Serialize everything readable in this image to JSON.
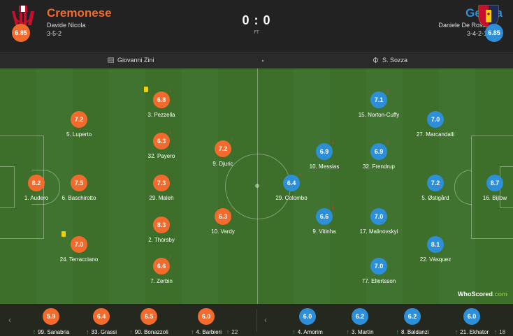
{
  "header": {
    "home": {
      "name": "Cremonese",
      "coach": "Davide Nicola",
      "formation": "3-5-2",
      "rating": "6.85"
    },
    "away": {
      "name": "Genoa",
      "coach": "Daniele De Rossi",
      "formation": "3-4-2-1",
      "rating": "6.85"
    },
    "score": "0 : 0",
    "status": "FT"
  },
  "officials": {
    "referee": "Giovanni Zini",
    "other": "S. Sozza"
  },
  "colors": {
    "home": "#f26b2c",
    "away": "#2d8fd8",
    "pitch": "#3d6e2a",
    "yellow_card": "#f5d000",
    "sub_out": "#e53935",
    "sub_in": "#3fb24f"
  },
  "home_players": [
    {
      "rating": "8.2",
      "label": "1. Audero",
      "events": []
    },
    {
      "rating": "7.2",
      "label": "5. Luperto",
      "events": []
    },
    {
      "rating": "7.5",
      "label": "6. Baschirotto",
      "events": []
    },
    {
      "rating": "7.0",
      "label": "24. Terracciano",
      "events": [
        "yellow-card"
      ]
    },
    {
      "rating": "6.8",
      "label": "3. Pezzella",
      "events": [
        "yellow-card",
        "sub-off"
      ]
    },
    {
      "rating": "6.3",
      "label": "32. Payero",
      "events": [
        "sub-off"
      ]
    },
    {
      "rating": "7.3",
      "label": "29. Maleh",
      "events": []
    },
    {
      "rating": "8.3",
      "label": "2. Thorsby",
      "events": []
    },
    {
      "rating": "6.6",
      "label": "7. Zerbin",
      "events": [
        "sub-off"
      ]
    },
    {
      "rating": "7.2",
      "label": "9. Djuric",
      "events": [
        "sub-off"
      ]
    },
    {
      "rating": "6.3",
      "label": "10. Vardy",
      "events": [
        "sub-off"
      ]
    }
  ],
  "away_players": [
    {
      "rating": "8.7",
      "label": "16. Bijlow",
      "events": []
    },
    {
      "rating": "7.0",
      "label": "27. Marcandalli",
      "events": []
    },
    {
      "rating": "7.2",
      "label": "5. Østigård",
      "events": []
    },
    {
      "rating": "8.1",
      "label": "22. Vásquez",
      "events": []
    },
    {
      "rating": "7.1",
      "label": "15. Norton-Cuffy",
      "events": [
        "sub-off"
      ]
    },
    {
      "rating": "6.9",
      "label": "32. Frendrup",
      "events": [
        "sub-off"
      ]
    },
    {
      "rating": "7.0",
      "label": "17. Malinovskyi",
      "events": []
    },
    {
      "rating": "7.0",
      "label": "77. Ellertsson",
      "events": []
    },
    {
      "rating": "6.9",
      "label": "10. Messias",
      "events": [
        "sub-off"
      ]
    },
    {
      "rating": "6.6",
      "label": "9. Vitinha",
      "events": [
        "sub-off"
      ]
    },
    {
      "rating": "6.4",
      "label": "29. Colombo",
      "events": [
        "sub-off"
      ]
    }
  ],
  "subs": {
    "home": [
      {
        "rating": "5.9",
        "label": "99. Sanabria"
      },
      {
        "rating": "6.4",
        "label": "33. Grassi"
      },
      {
        "rating": "6.5",
        "label": "90. Bonazzoli"
      },
      {
        "rating": "6.0",
        "label": "4. Barbieri"
      }
    ],
    "away": [
      {
        "rating": "6.0",
        "label": "4. Amorim"
      },
      {
        "rating": "6.2",
        "label": "3. Martín"
      },
      {
        "rating": "6.2",
        "label": "8. Baldanzi"
      },
      {
        "rating": "6.0",
        "label": "21. Ekhator"
      }
    ],
    "cut_home": "22",
    "cut_away": "18"
  },
  "icons": {
    "sub_off": "↓",
    "sub_in": "↑",
    "prev": "‹",
    "next": "›",
    "referee": "whistle-icon",
    "other_official": "stadium-icon"
  },
  "watermark": {
    "prefix": "WhoScored",
    "suffix": ".com"
  }
}
